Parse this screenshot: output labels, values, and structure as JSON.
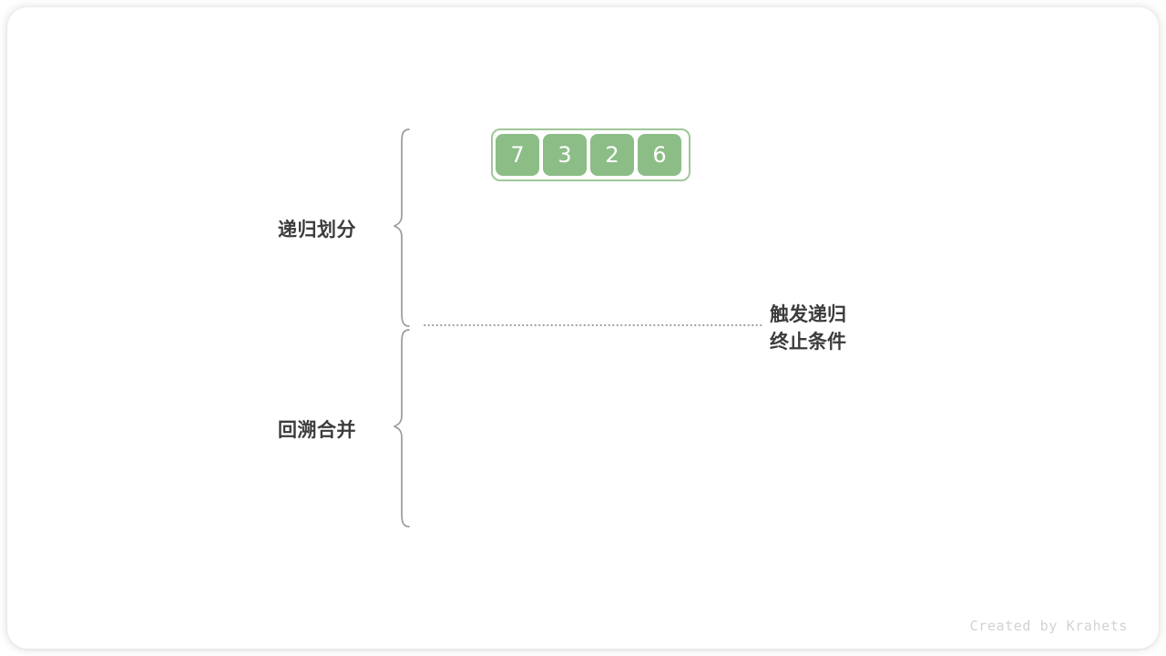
{
  "page": {
    "background": "#ffffff",
    "card_background": "#ffffff"
  },
  "colors": {
    "cell_fill": "#8cbd87",
    "cell_text": "#ffffff",
    "array_border": "#a0c79a",
    "label_text": "#3c3c3c",
    "brace_stroke": "#9a9a9a",
    "dotted_stroke": "#8c8c8c",
    "watermark_text": "#d2d2d2"
  },
  "array": {
    "name": "input-array",
    "values": [
      "7",
      "3",
      "2",
      "6"
    ]
  },
  "labels": {
    "divide": "递归划分",
    "merge": "回溯合并"
  },
  "note": {
    "line1": "触发递归",
    "line2": "终止条件"
  },
  "braces": {
    "upper_name": "divide-phase-brace",
    "lower_name": "merge-phase-brace"
  },
  "divider": {
    "name": "recursion-base-case-divider",
    "style": "dotted"
  },
  "watermark": {
    "text": "Created by Krahets"
  }
}
